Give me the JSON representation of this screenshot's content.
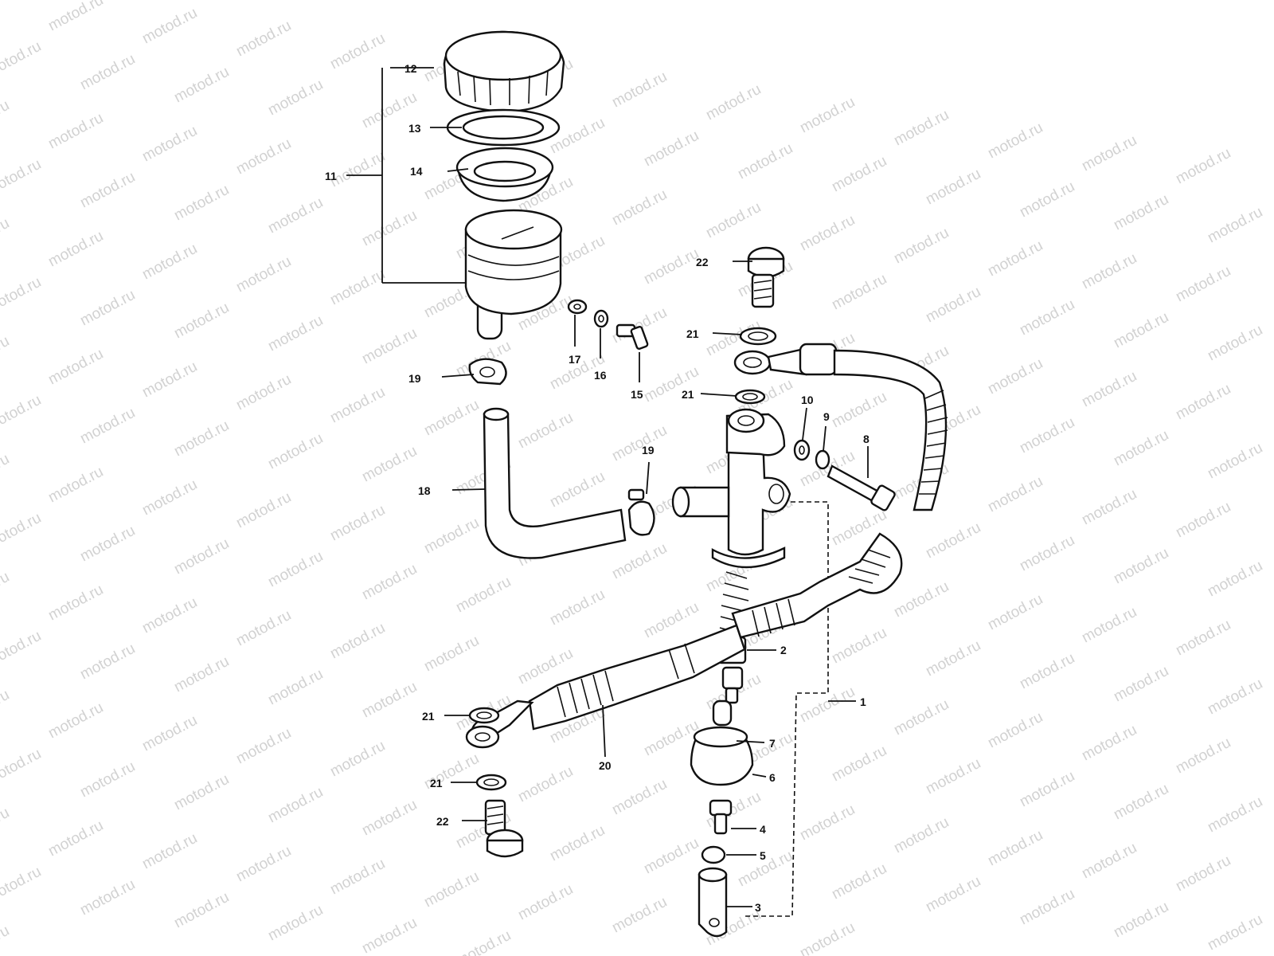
{
  "watermark": {
    "text": "motod.ru"
  },
  "callouts": {
    "c1": "1",
    "c2": "2",
    "c3": "3",
    "c4": "4",
    "c5": "5",
    "c6": "6",
    "c7": "7",
    "c8": "8",
    "c9": "9",
    "c10": "10",
    "c11": "11",
    "c12": "12",
    "c13": "13",
    "c14": "14",
    "c15": "15",
    "c16": "16",
    "c17": "17",
    "c18": "18",
    "c19a": "19",
    "c19b": "19",
    "c20": "20",
    "c21a": "21",
    "c21b": "21",
    "c21c": "21",
    "c21d": "21",
    "c22a": "22",
    "c22b": "22"
  },
  "colors": {
    "ink": "#111111",
    "watermark": "#d2d2d2",
    "paper": "#ffffff"
  }
}
